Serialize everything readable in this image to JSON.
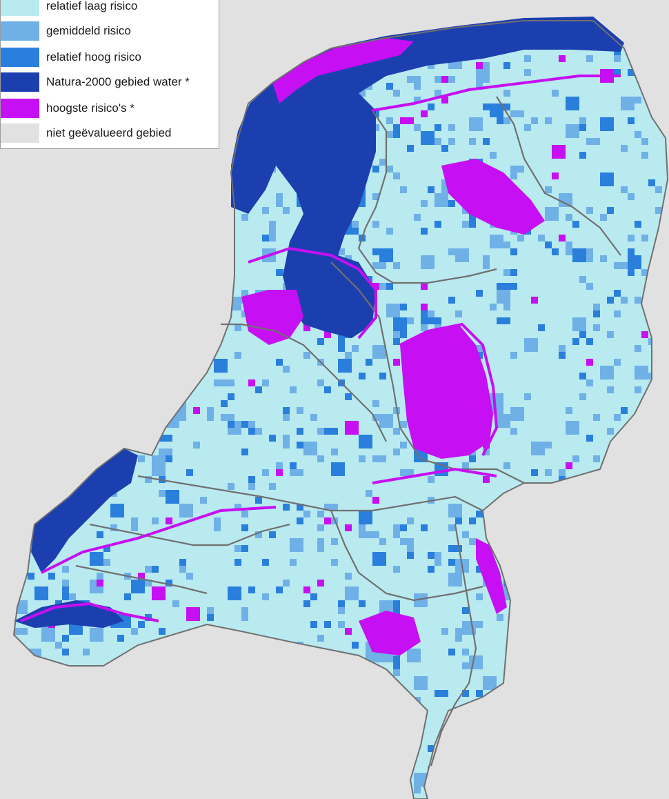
{
  "legend": {
    "items": [
      {
        "label": "relatief laag risico",
        "color": "#b8eaf0"
      },
      {
        "label": "gemiddeld risico",
        "color": "#6fb0e6"
      },
      {
        "label": "relatief hoog risico",
        "color": "#2a7fdc"
      },
      {
        "label": "Natura-2000 gebied water *",
        "color": "#1c3fb0"
      },
      {
        "label": "hoogste risico's *",
        "color": "#c60ff2"
      },
      {
        "label": "niet geëvalueerd gebied",
        "color": "#e1e1e1"
      }
    ]
  },
  "map": {
    "background_color": "#e1e1e1",
    "border_color": "#707070"
  }
}
